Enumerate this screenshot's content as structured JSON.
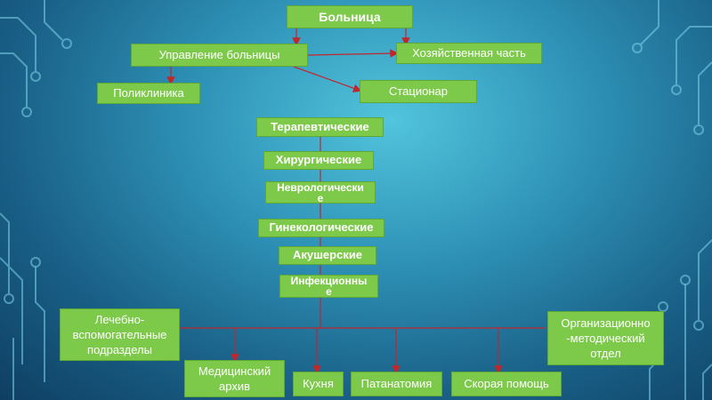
{
  "nodes": {
    "hospital": "Больница",
    "management": "Управление больницы",
    "economic": "Хозяйственная часть",
    "polyclinic": "Поликлиника",
    "inpatient": "Стационар",
    "therapeutic": "Терапевтические",
    "surgical": "Хирургические",
    "neurological": "Неврологически\nе",
    "gynecological": "Гинекологические",
    "obstetric": "Акушерские",
    "infectious": "Инфекционны\nе",
    "auxiliary": "Лечебно-\nвспомогательные\nподразделы",
    "organizational": "Организационно\n-методический\nотдел",
    "archive": "Медицинский\nархив",
    "kitchen": "Кухня",
    "pathology": "Патанатомия",
    "ambulance": "Скорая помощь"
  },
  "colors": {
    "box_fill": "#7dc94a",
    "arrow": "#c0272d",
    "text": "#ffffff"
  }
}
